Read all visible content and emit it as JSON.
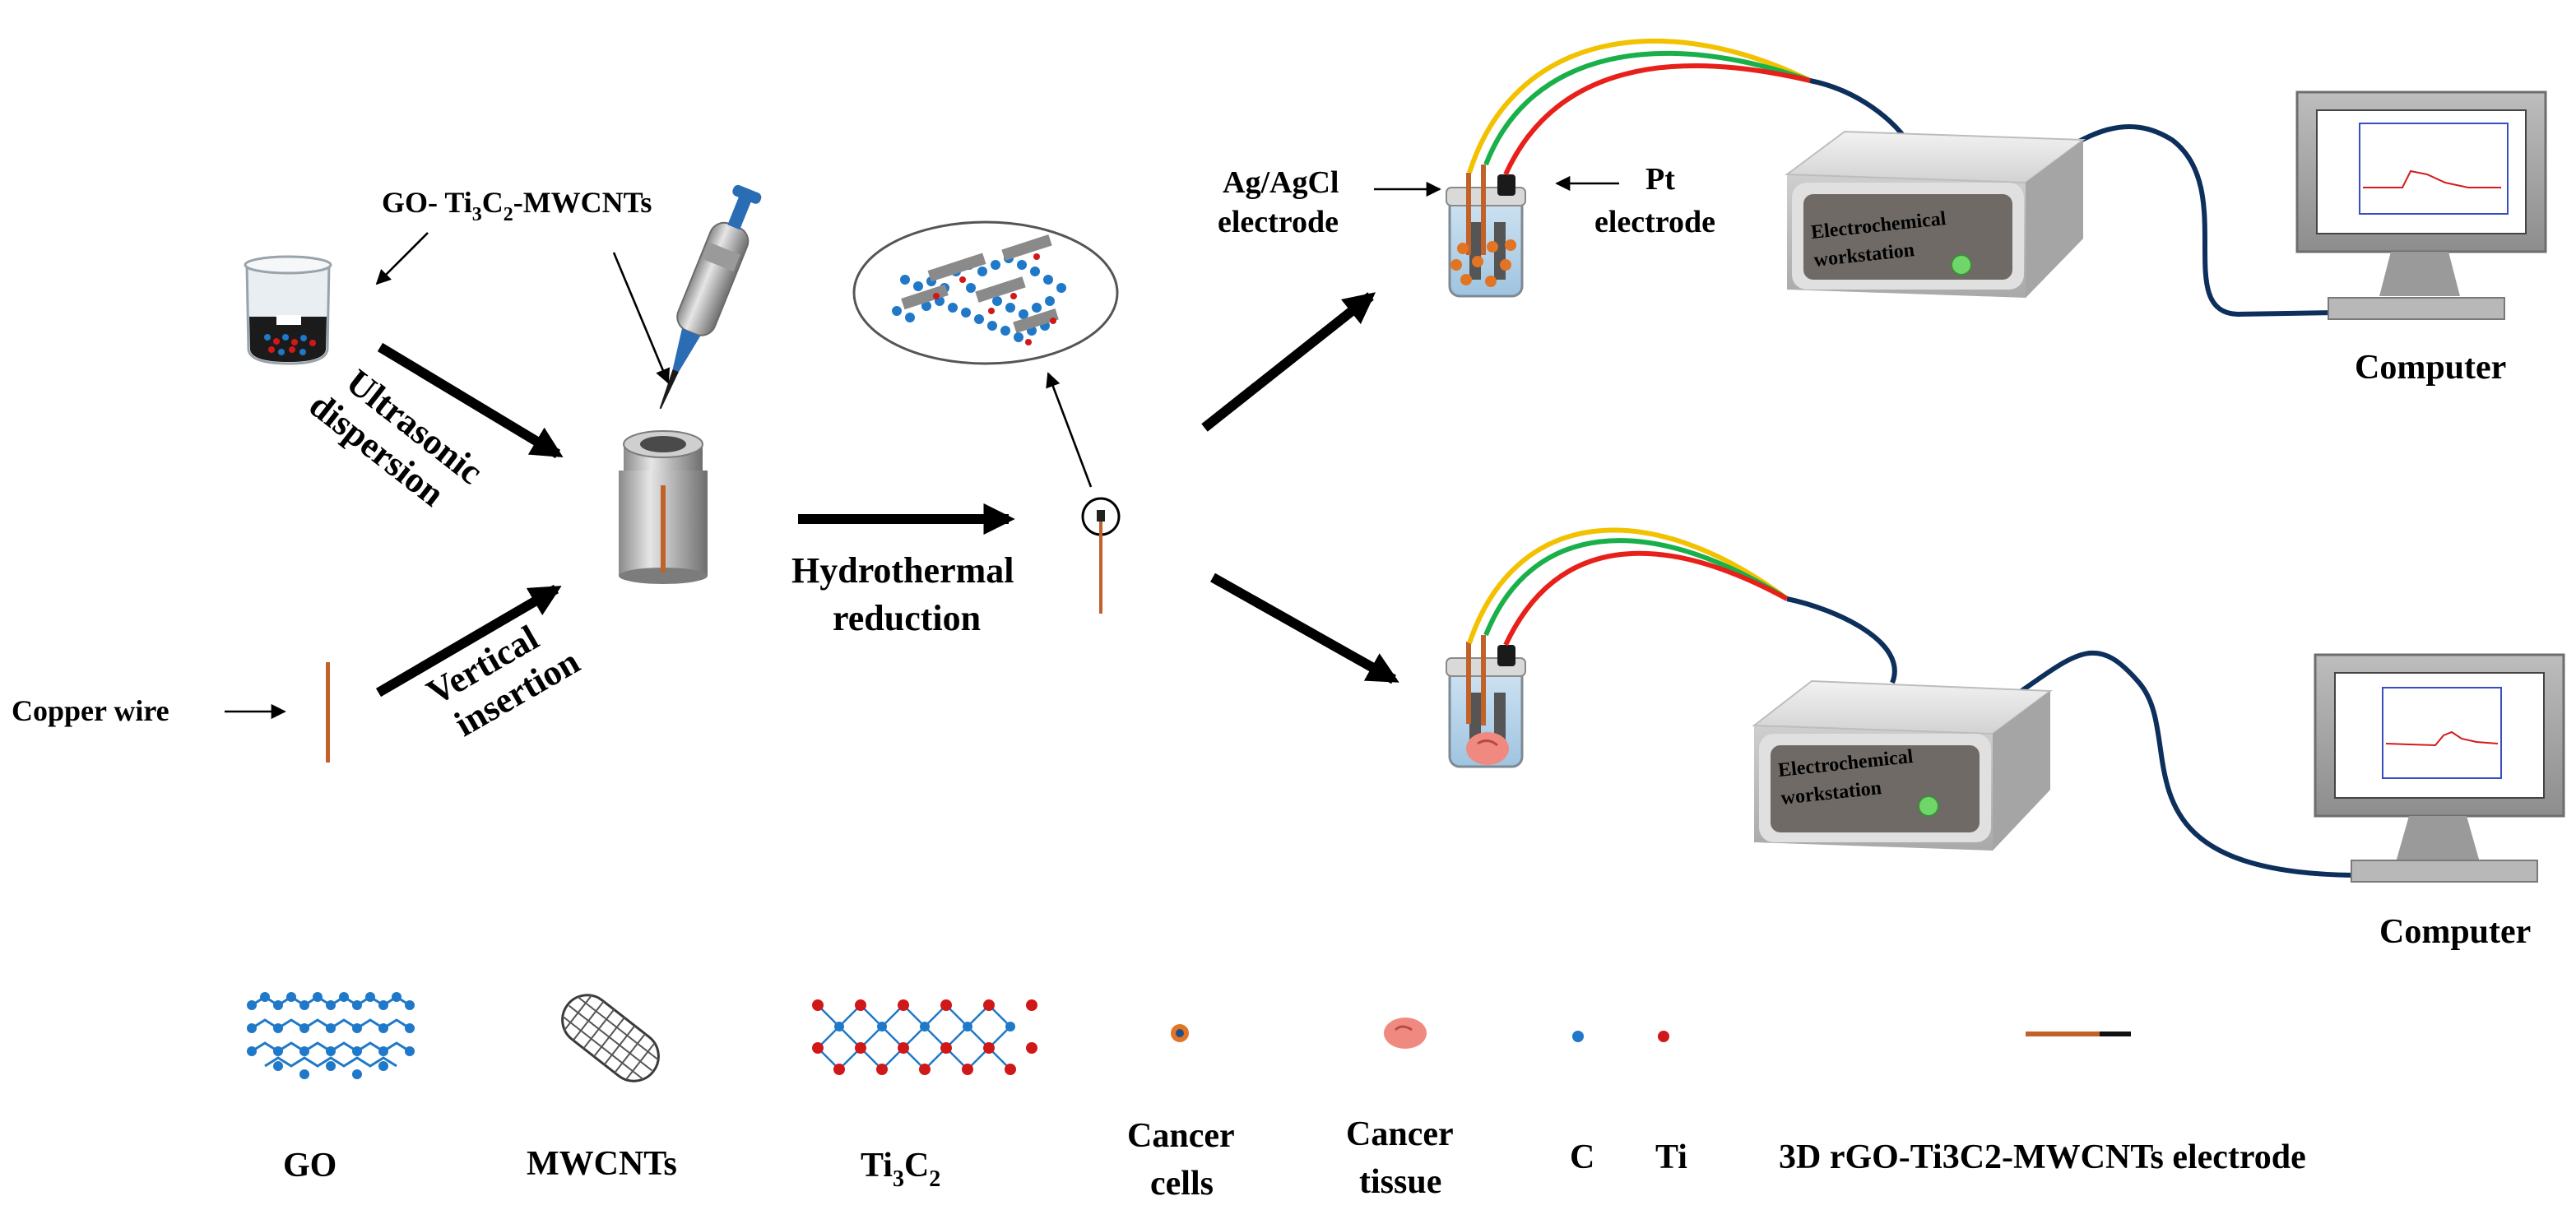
{
  "labels": {
    "composite_main": "GO- Ti",
    "composite_sub1": "3",
    "composite_mid": "C",
    "composite_sub2": "2",
    "composite_tail": "-MWCNTs",
    "ultrasonic_1": "Ultrasonic",
    "ultrasonic_2": "dispersion",
    "vertical_1": "Vertical",
    "vertical_2": "insertion",
    "copper_wire": "Copper wire",
    "hydrothermal_1": "Hydrothermal",
    "hydrothermal_2": "reduction",
    "agagcl_1": "Ag/AgCl",
    "agagcl_2": "electrode",
    "pt_1": "Pt",
    "pt_2": "electrode",
    "workstation_1": "Electrochemical",
    "workstation_2": "workstation",
    "computer": "Computer"
  },
  "legend": {
    "go": "GO",
    "mwcnts": "MWCNTs",
    "ti3c2_main": "Ti",
    "ti3c2_sub1": "3",
    "ti3c2_mid": "C",
    "ti3c2_sub2": "2",
    "cancer_cells_1": "Cancer",
    "cancer_cells_2": "cells",
    "cancer_tissue_1": "Cancer",
    "cancer_tissue_2": "tissue",
    "c": "C",
    "ti": "Ti",
    "electrode": "3D rGO-Ti3C2-MWCNTs electrode"
  },
  "colors": {
    "carbon": "#1f78c8",
    "titanium": "#d01818",
    "copper": "#c0622a",
    "wire_yellow": "#f2c200",
    "wire_green": "#19b04a",
    "wire_red": "#e8201a",
    "cable": "#0d2f5c",
    "workstation_face": "#6f6a66",
    "led": "#6fd66a",
    "plot_line": "#d41a1a",
    "tissue": "#f08a80",
    "cell": "#e27424"
  }
}
